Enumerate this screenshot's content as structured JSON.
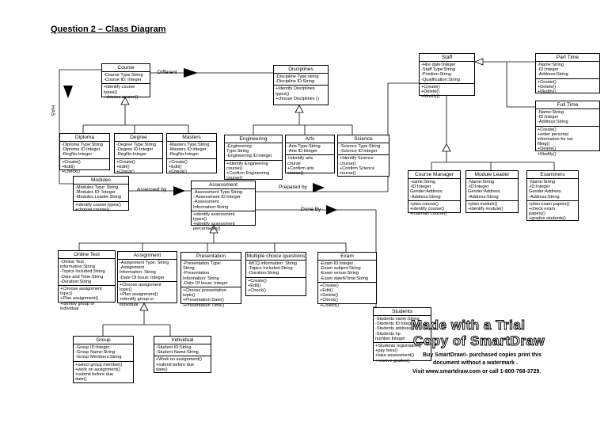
{
  "title": "Question 2 – Class Diagram",
  "assoc_labels": {
    "different": "Different",
    "has": "HAS",
    "assessed_by": "Assessed by",
    "prepared_by": "Prepared by",
    "done_by": "Done By"
  },
  "classes": {
    "course": {
      "name": "Course",
      "attrs": [
        "-Course Type:String",
        "-Course ID: Integer"
      ],
      "ops": [
        "+identify course",
        "types()",
        "+choose course()"
      ]
    },
    "disciplines": {
      "name": "Disciplines",
      "attrs": [
        "-Discipline Type:string",
        "-Discipline ID:String"
      ],
      "ops": [
        "+Identify Disciplines",
        "types()",
        "+choose Disciplines ()"
      ]
    },
    "diploma": {
      "name": "Diploma",
      "attrs": [
        "-Diploma Type:String",
        "-Diploma ID:Integer",
        "-RegNo:Integer"
      ],
      "ops": [
        "+Create()",
        "+Edit()",
        "+Check()"
      ]
    },
    "degree": {
      "name": "Degree",
      "attrs": [
        "-Degree Type:String",
        "-Degree ID:Integer",
        "-RegNo:Integer"
      ],
      "ops": [
        "+Create()",
        "+Edit()",
        "+Check()"
      ]
    },
    "masters": {
      "name": "Masters",
      "attrs": [
        "-Masters Type:String",
        "-Masters ID:integer",
        "-RegNo:Integer"
      ],
      "ops": [
        "+Create()",
        "+Edit()",
        "+Check()"
      ]
    },
    "engineering": {
      "name": "Engineering",
      "attrs": [
        "-Engineering",
        "Type:String",
        "-Engineering ID:integer"
      ],
      "ops": [
        "+Identify Engineering",
        "course()",
        "+Confirm Engineering",
        "course()"
      ]
    },
    "arts": {
      "name": "Arts",
      "attrs": [
        "-Arts Type:String",
        "-Arts ID:Integer"
      ],
      "ops": [
        "+Identify arts",
        "course",
        "+Confirm arts",
        "course()"
      ]
    },
    "science": {
      "name": "Science",
      "attrs": [
        "-Science Type:String",
        "-Science ID:integer"
      ],
      "ops": [
        "+Identify Science",
        "course()",
        "+Confirm Science",
        "course()"
      ]
    },
    "modules": {
      "name": "Modules",
      "attrs": [
        "-Modules Type: String",
        "-Modules ID: Integer",
        "-Modules Leader:String"
      ],
      "ops": [
        "+identify course types()",
        "+choose course()"
      ]
    },
    "assessment": {
      "name": "Assessment",
      "attrs": [
        "-Assessment Type:String",
        "- Assessment ID:Integer",
        "-Assessment",
        "Information:String"
      ],
      "ops": [
        "+identify assessment",
        "types()",
        "+identify assessment",
        "percentages()"
      ]
    },
    "staff": {
      "name": "Staff",
      "attrs": [
        "-Hire date:Integer",
        "-Staff Type:String",
        "-Position:String",
        "-Qualification:String"
      ],
      "ops": [
        "+Create()",
        "+Delete()",
        "+Modify()"
      ]
    },
    "part_time": {
      "name": "Part Time",
      "attrs": [
        "-Name:String",
        "-ID:Integer",
        "-Address:String"
      ],
      "ops": [
        "+Create()",
        "+Delete()",
        "+Modify()"
      ]
    },
    "full_time": {
      "name": "Full Time",
      "attrs": [
        "-Name:String",
        "-ID:Integer",
        "-Address:String"
      ],
      "ops": [
        "+Create()",
        "+enter personal",
        "information for tax",
        "filing()",
        "+Delete()",
        "+Modify()"
      ]
    },
    "course_manager": {
      "name": "Course Manager",
      "attrs": [
        "-name:String",
        "-ID:Integer",
        "Gender:Address",
        "-Address:String"
      ],
      "ops": [
        "+plan course()",
        "+identify course()",
        "+maintain course()"
      ]
    },
    "module_leader": {
      "name": "Module Leader",
      "attrs": [
        "-Name:String",
        "-ID:Integer",
        "Gender:Address",
        "-Address:String"
      ],
      "ops": [
        "+plan module()",
        "+identify module()"
      ]
    },
    "examiners": {
      "name": "Examiners",
      "attrs": [
        "-Name:String",
        "-ID:Integer",
        "Gender:Address",
        "-Address:String"
      ],
      "ops": [
        "+plan exam papers()",
        "+check exam",
        "papers()",
        "+grades students()"
      ]
    },
    "online_test": {
      "name": "Online Test",
      "attrs": [
        "-Online Test",
        "information:String",
        "-Topics Included:String",
        "-Date and Time:String",
        "-Duration:String"
      ],
      "ops": [
        "+Choose assignment",
        "topic()",
        "+Plan assignment()",
        "+identify group or",
        "individual"
      ]
    },
    "assignment": {
      "name": "Assignment",
      "attrs": [
        "-Assignment Type: String",
        "-Assignment",
        "Information: String",
        "-Date Of Issue: Integer"
      ],
      "ops": [
        "+Choose assignment",
        "topic()",
        "+Plan assignment()",
        "+identify group or",
        "individual"
      ]
    },
    "presentation": {
      "name": "Presentation",
      "attrs": [
        "-Presentation Type:",
        "String",
        "-Presentation",
        "Information: String",
        "-Date Of Issue: Integer"
      ],
      "ops": [
        "+Choose presentation",
        "topic()",
        "+Presentation Date()",
        "+Presentation Time()"
      ]
    },
    "mcq": {
      "name": "Multiple choice questions",
      "attrs": [
        "-MCQ information: String",
        "-Topics Included:String",
        "-Duration:String"
      ],
      "ops": [
        "+Create()",
        "+Edit()",
        "+Check()"
      ]
    },
    "exam": {
      "name": "Exam",
      "attrs": [
        "-Exam ID:Integer",
        "-Exam subject:String",
        "-Exam venue:String",
        "-Exam dateNTime:String"
      ],
      "ops": [
        "+Create()",
        "+Edit()",
        "+Delete()",
        "+Check()",
        "+Collect()"
      ]
    },
    "students": {
      "name": "Students",
      "attrs": [
        "-Students name:String",
        "-Students ID:Integer",
        "-Students address:",
        "-Students hp",
        "number:Integer"
      ],
      "ops": [
        "+Students registration()",
        "+pay fees()",
        "+take assessment()",
        "+receive grades()"
      ]
    },
    "group": {
      "name": "Group",
      "attrs": [
        "-Group ID:Integer",
        "-Group Name:String",
        "-Group Members:String"
      ],
      "ops": [
        "+select group member()",
        "+work on assignment()",
        "+submit before due",
        "date()"
      ]
    },
    "individual": {
      "name": "Individual",
      "attrs": [
        "-Student ID:String",
        "-Student Name:String"
      ],
      "ops": [
        "+Work on assignment()",
        "+submit before due",
        "date()"
      ]
    }
  },
  "watermark": {
    "line1": "Made with a Trial",
    "line2": "Copy of SmartDraw",
    "line3": "Buy SmartDraw!- purchased copies print this",
    "line4": "document without a watermark .",
    "line5": "Visit www.smartdraw.com or call 1-800-768-3729."
  }
}
